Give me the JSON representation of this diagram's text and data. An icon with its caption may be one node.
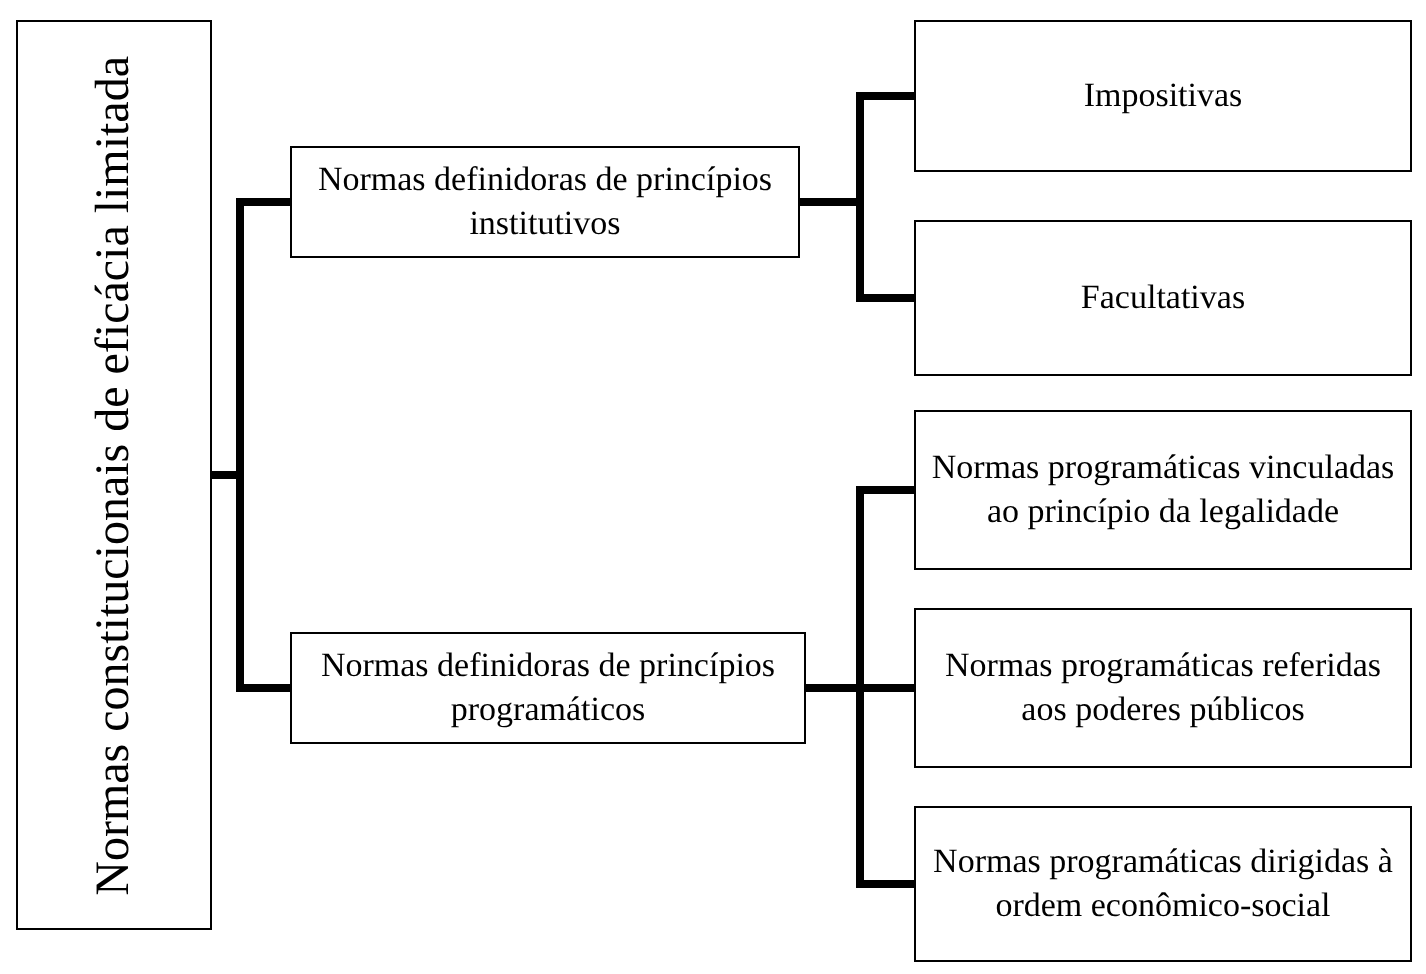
{
  "diagram": {
    "nodes": [
      {
        "text": [
          "Normas constitucionais de eficácia limitada"
        ]
      },
      {
        "text": [
          "Normas definidoras de princípios institutivos"
        ]
      },
      {
        "text": [
          "Normas definidoras de princípios programáticos"
        ]
      },
      {
        "text": [
          "Impositivas"
        ]
      },
      {
        "text": [
          "Facultativas"
        ]
      },
      {
        "text": [
          "Normas programáticas vinculadas ao princípio da legalidade"
        ]
      },
      {
        "text": [
          "Normas programáticas referidas aos poderes públicos"
        ]
      },
      {
        "text": [
          "Normas programáticas dirigidas à ordem econômico-social"
        ]
      }
    ],
    "edges": [
      {
        "from": 0,
        "to": 1,
        "arrow": "none"
      },
      {
        "from": 0,
        "to": 2,
        "arrow": "none"
      },
      {
        "from": 1,
        "to": 3,
        "arrow": "none"
      },
      {
        "from": 1,
        "to": 4,
        "arrow": "none"
      },
      {
        "from": 2,
        "to": 5,
        "arrow": "none"
      },
      {
        "from": 2,
        "to": 6,
        "arrow": "none"
      },
      {
        "from": 2,
        "to": 7,
        "arrow": "none"
      }
    ]
  }
}
